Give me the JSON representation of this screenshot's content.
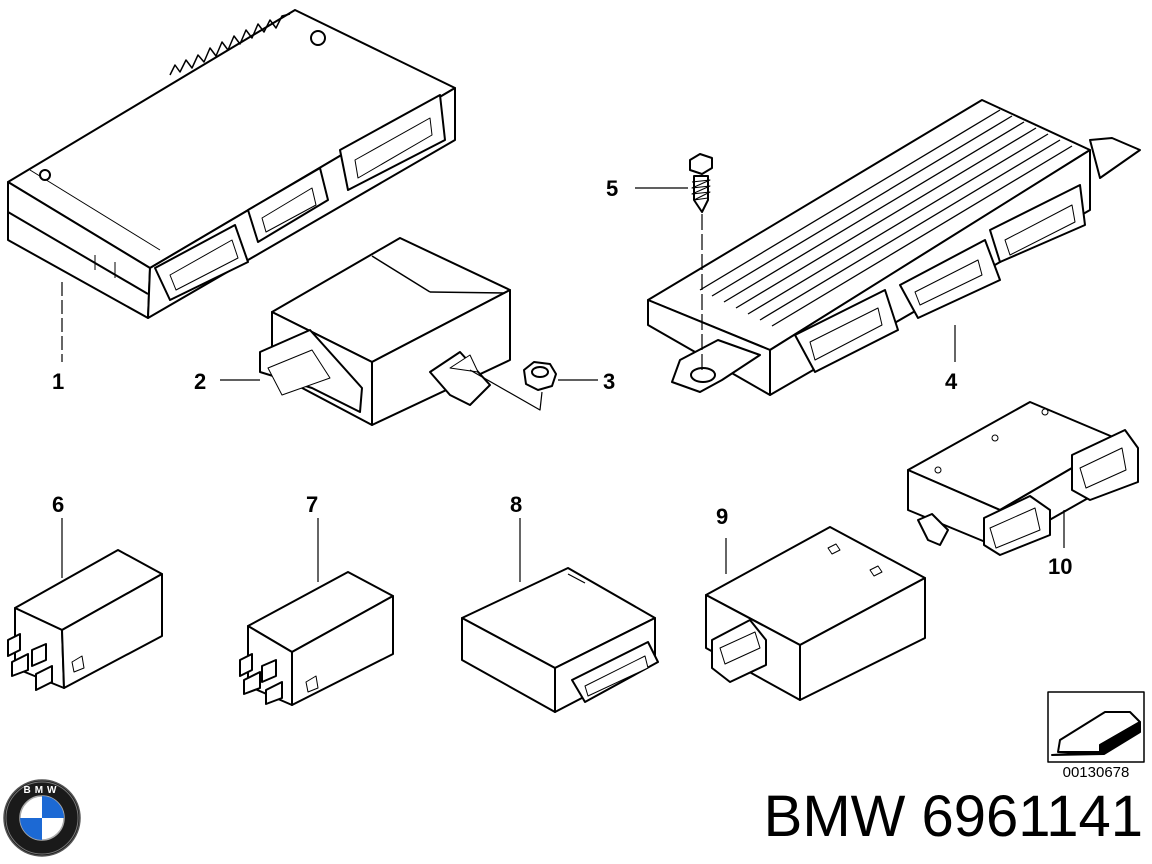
{
  "callouts": [
    {
      "id": "1",
      "label": "1"
    },
    {
      "id": "2",
      "label": "2"
    },
    {
      "id": "3",
      "label": "3"
    },
    {
      "id": "4",
      "label": "4"
    },
    {
      "id": "5",
      "label": "5"
    },
    {
      "id": "6",
      "label": "6"
    },
    {
      "id": "7",
      "label": "7"
    },
    {
      "id": "8",
      "label": "8"
    },
    {
      "id": "9",
      "label": "9"
    },
    {
      "id": "10",
      "label": "10"
    }
  ],
  "diagram_number": "00130678",
  "part_number": "BMW 6961141",
  "logo": {
    "text": "BMW",
    "icon": "bmw-roundel-icon",
    "colors": {
      "blue": "#1c69d4",
      "black": "#000000",
      "white": "#ffffff"
    }
  },
  "colors": {
    "line": "#000000",
    "background": "#ffffff"
  }
}
